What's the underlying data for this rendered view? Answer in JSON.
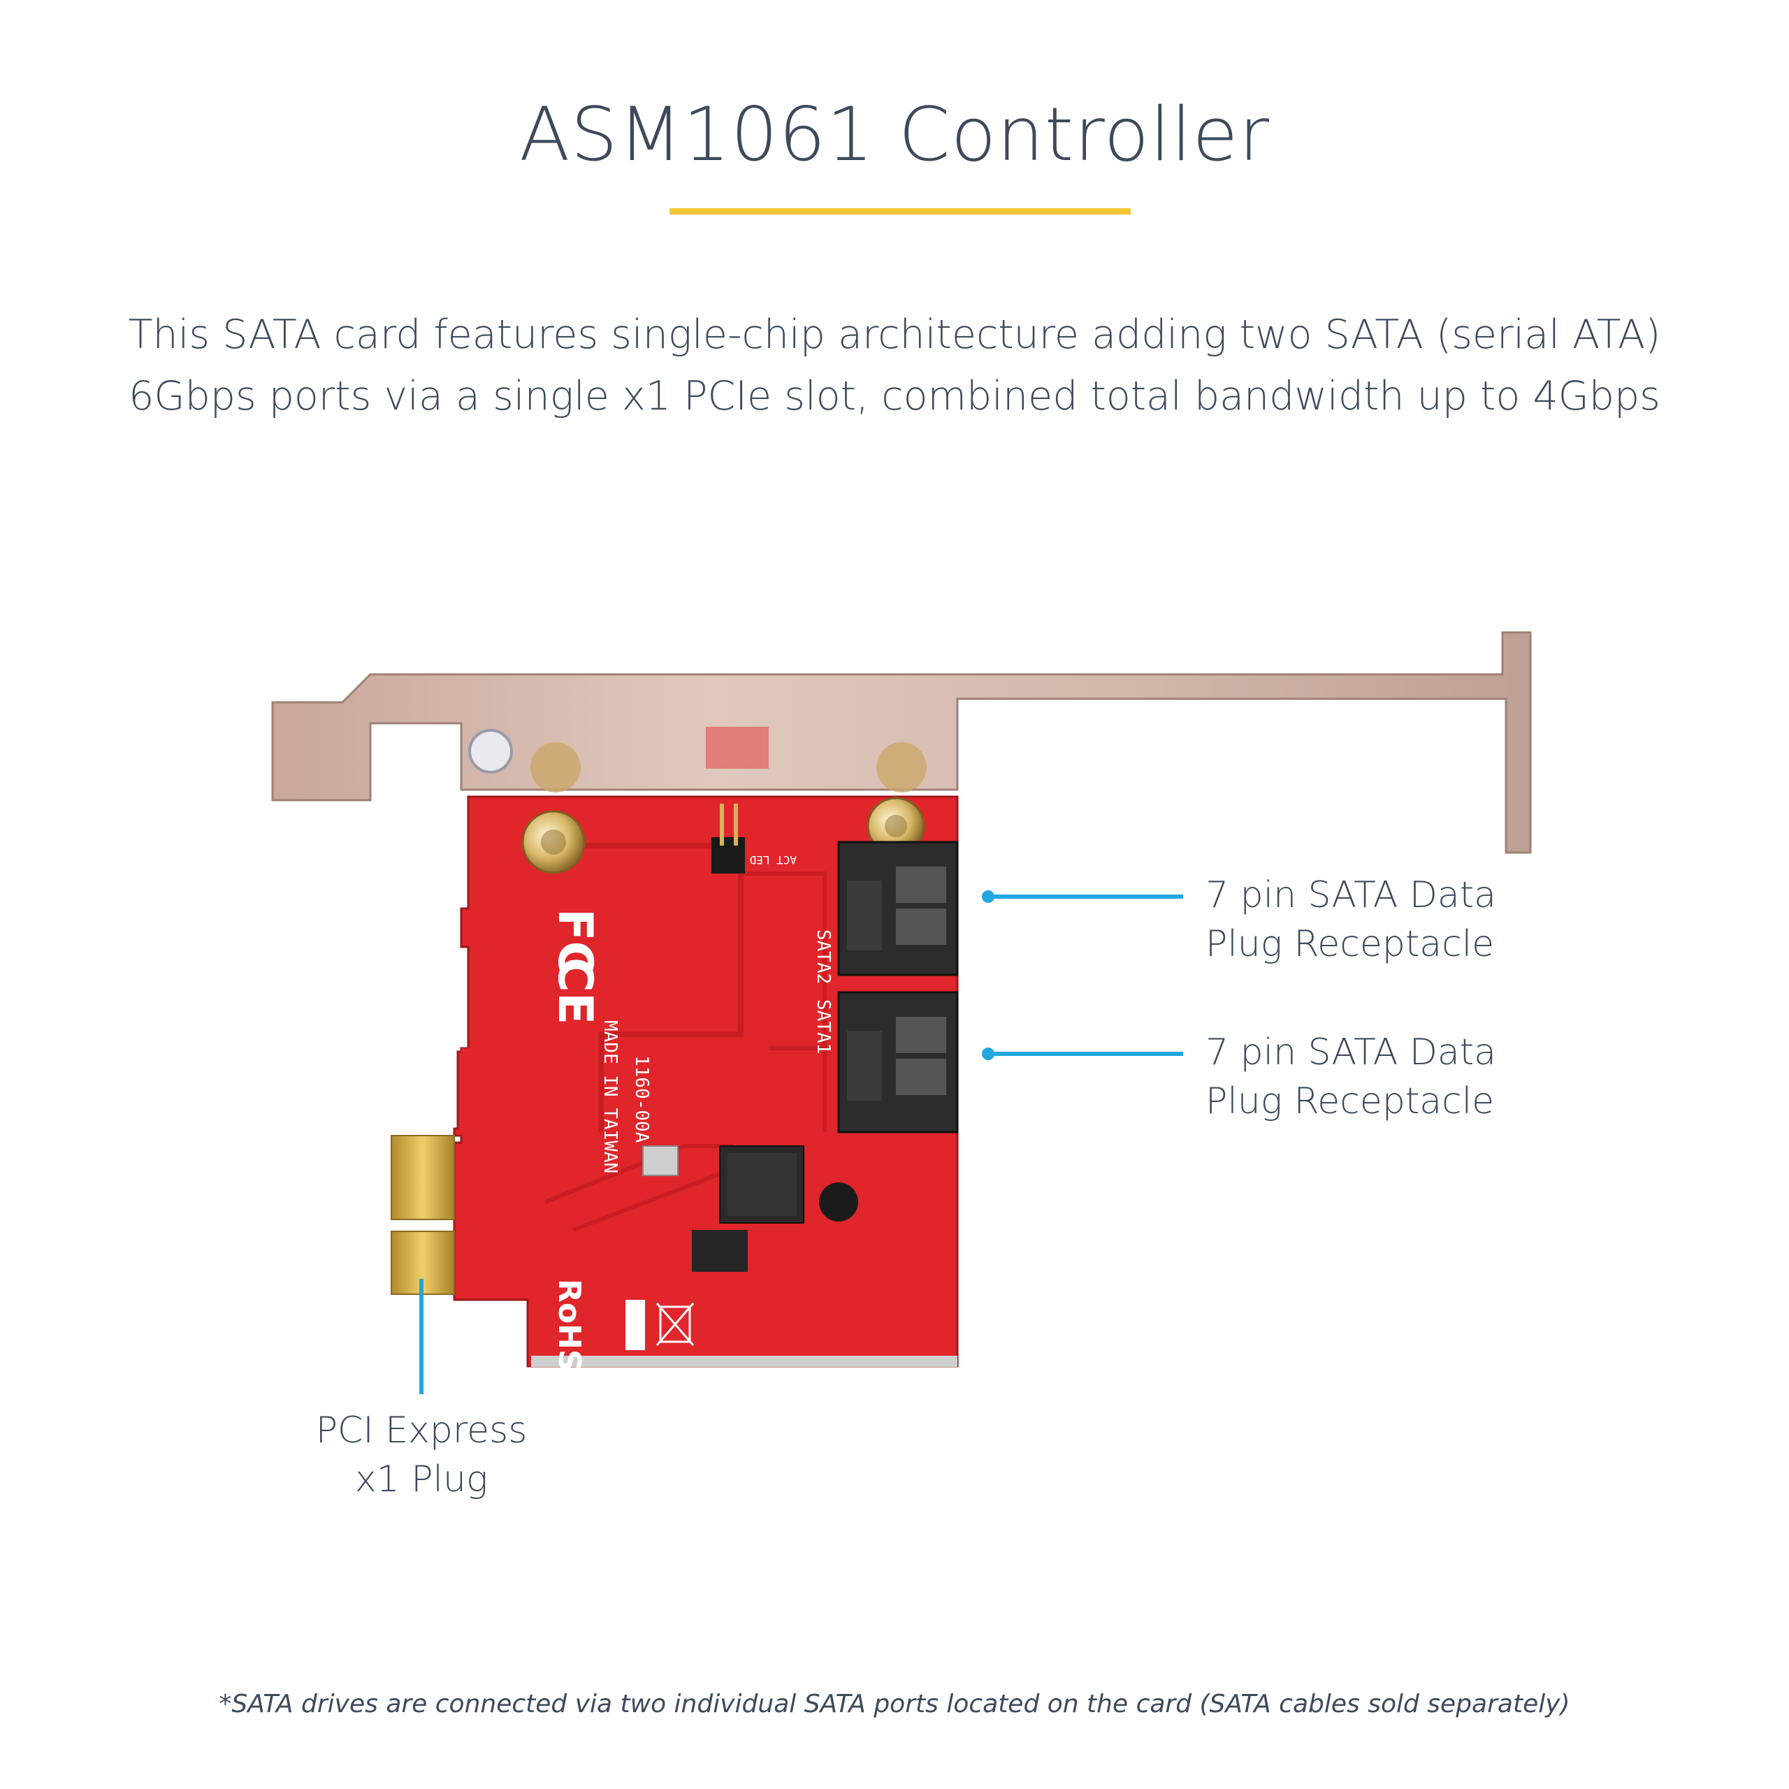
{
  "title": "ASM1061 Controller",
  "description": {
    "line1": "This SATA card features single-chip architecture adding two SATA (serial ATA)",
    "line2": "6Gbps ports via a single x1 PCIe slot, combined total bandwidth up to 4Gbps"
  },
  "callouts": {
    "sata_top": {
      "line1": "7 pin SATA Data",
      "line2": "Plug Receptacle"
    },
    "sata_bottom": {
      "line1": "7 pin SATA Data",
      "line2": "Plug Receptacle"
    },
    "pcie": {
      "line1": "PCI Express",
      "line2": "x1 Plug"
    }
  },
  "board": {
    "silk_sata1": "SATA1",
    "silk_sata2": "SATA2",
    "silk_fc": "FC",
    "silk_ce": "CE",
    "silk_rohs": "RoHS",
    "silk_made_in": "MADE IN TAIWAN",
    "silk_part": "1160-00A",
    "silk_led": "ACT LED"
  },
  "footnote": "*SATA drives are connected via two individual SATA ports located on the card (SATA cables sold separately)",
  "colors": {
    "accent_yellow": "#f2c636",
    "callout_blue": "#1fa8e0",
    "pcb_red": "#e0252b",
    "text": "#3d4a5c"
  }
}
